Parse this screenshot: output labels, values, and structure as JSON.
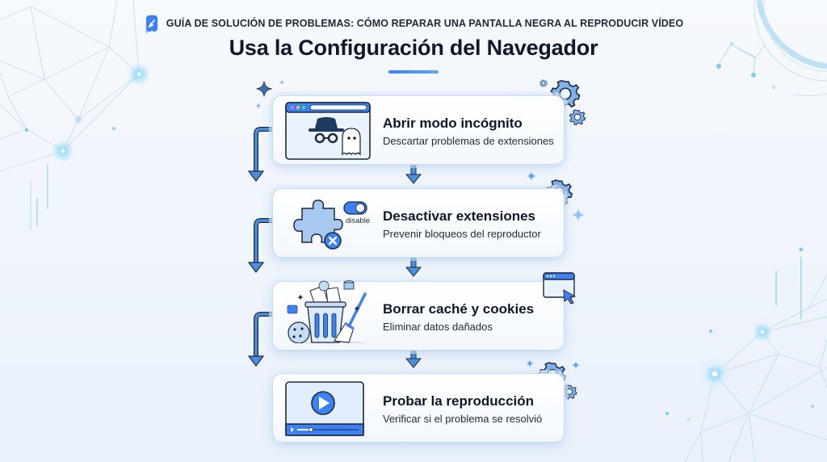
{
  "header": {
    "subtitle": "GUÍA DE SOLUCIÓN DE PROBLEMAS: CÓMO REPARAR UNA PANTALLA NEGRA AL REPRODUCIR VÍDEO",
    "title": "Usa la Configuración del Navegador"
  },
  "steps": [
    {
      "title": "Abrir modo incógnito",
      "description": "Descartar problemas de extensiones",
      "icon": "incognito-browser-icon"
    },
    {
      "title": "Desactivar extensiones",
      "description": "Prevenir bloqueos del reproductor",
      "icon": "puzzle-extension-icon",
      "toggle_label": "disable"
    },
    {
      "title": "Borrar caché y cookies",
      "description": "Eliminar datos dañados",
      "icon": "trash-broom-icon"
    },
    {
      "title": "Probar la reproducción",
      "description": "Verificar si el problema se resolvió",
      "icon": "video-player-icon"
    }
  ],
  "colors": {
    "accent": "#3b82f6",
    "accent_dark": "#1e5bb8",
    "outline": "#1e293b",
    "card_border": "#c7dcf6",
    "background": "#f3f7fc"
  }
}
